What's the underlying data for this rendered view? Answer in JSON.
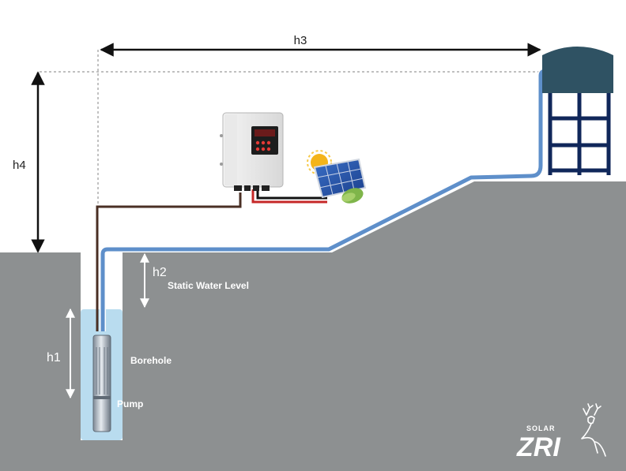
{
  "labels": {
    "h1": "h1",
    "h2": "h2",
    "h3": "h3",
    "h4": "h4",
    "static_water_level": "Static Water Level",
    "borehole": "Borehole",
    "pump": "Pump"
  },
  "logo": {
    "small": "SOLAR",
    "big": "ZRI"
  },
  "colors": {
    "ground": "#8d9091",
    "water": "#b9dcef",
    "pipe": "#5e8fca",
    "cable": "#4a2f24",
    "tank": "#2f5263",
    "tower": "#10275a"
  }
}
